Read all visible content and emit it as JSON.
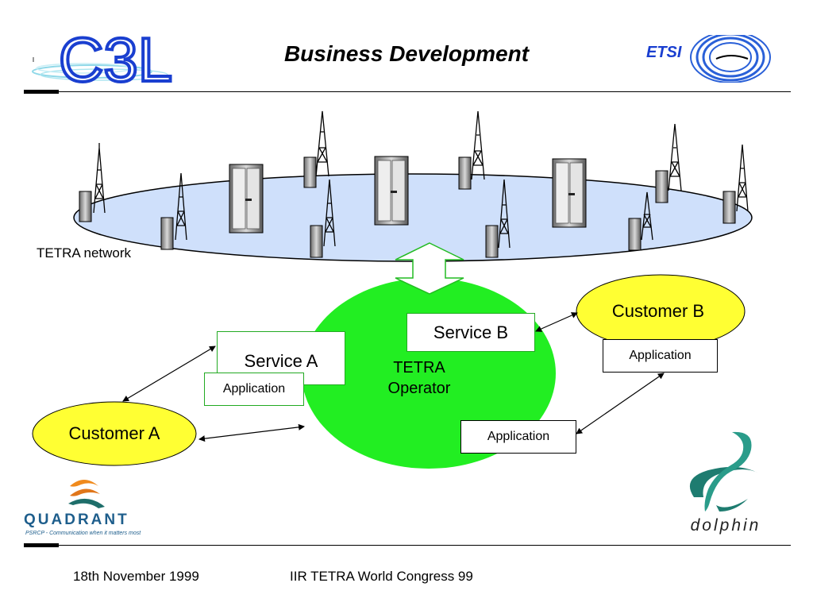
{
  "header": {
    "title": "Business Development",
    "logo_left_text": "C3L",
    "logo_right_text": "ETSI"
  },
  "network": {
    "label": "TETRA network"
  },
  "operator": {
    "label_line1": "TETRA",
    "label_line2": "Operator"
  },
  "services": {
    "service_a": "Service A",
    "service_b": "Service B"
  },
  "customers": {
    "customer_a": "Customer A",
    "customer_b": "Customer B"
  },
  "applications": {
    "app_a": "Application",
    "app_b": "Application",
    "app_operator": "Application"
  },
  "logos": {
    "quadrant_name": "QUADRANT",
    "quadrant_tagline": "PSRCP - Communication when it matters most",
    "dolphin_name": "dolphin"
  },
  "footer": {
    "date": "18th November 1999",
    "event": "IIR TETRA World Congress 99"
  },
  "colors": {
    "network_fill": "#cfe0fb",
    "operator_fill": "#22ee22",
    "customer_fill": "#ffff33",
    "green_border": "#22aa22",
    "logo_blue": "#1a3fd0",
    "dolphin_teal": "#1e7c70"
  }
}
